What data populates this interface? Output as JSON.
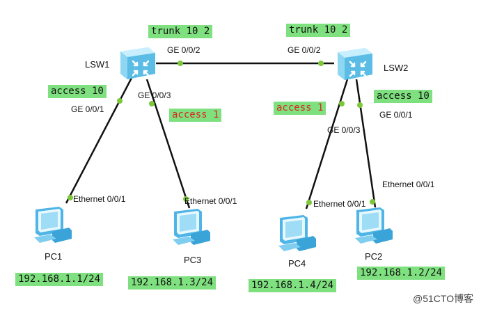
{
  "devices": {
    "lsw1": "LSW1",
    "lsw2": "LSW2",
    "pc1": "PC1",
    "pc2": "PC2",
    "pc3": "PC3",
    "pc4": "PC4"
  },
  "ports": {
    "lsw1_ge002": "GE 0/0/2",
    "lsw1_ge001": "GE 0/0/1",
    "lsw1_ge003": "GE 0/0/3",
    "lsw2_ge002": "GE 0/0/2",
    "lsw2_ge003": "GE 0/0/3",
    "lsw2_ge001": "GE 0/0/1",
    "pc1_eth": "Ethernet 0/0/1",
    "pc3_eth": "Ethernet 0/0/1",
    "pc4_eth": "Ethernet 0/0/1",
    "pc2_eth": "Ethernet 0/0/1"
  },
  "port_config": {
    "lsw1_trunk": "trunk 10 2",
    "lsw2_trunk": "trunk 10 2",
    "lsw1_access10": "access 10",
    "lsw1_access1": "access 1",
    "lsw2_access1": "access 1",
    "lsw2_access10": "access 10"
  },
  "ip_addresses": {
    "pc1": "192.168.1.1/24",
    "pc3": "192.168.1.3/24",
    "pc4": "192.168.1.4/24",
    "pc2": "192.168.1.2/24"
  },
  "watermark": "@51CTO博客",
  "colors": {
    "highlight": "#7fe07f",
    "link": "#111111",
    "port_dot": "#7dc83a",
    "switch_body": "#8fd8f0",
    "pc_body": "#5fc0ea",
    "red_text": "#d9281e"
  }
}
